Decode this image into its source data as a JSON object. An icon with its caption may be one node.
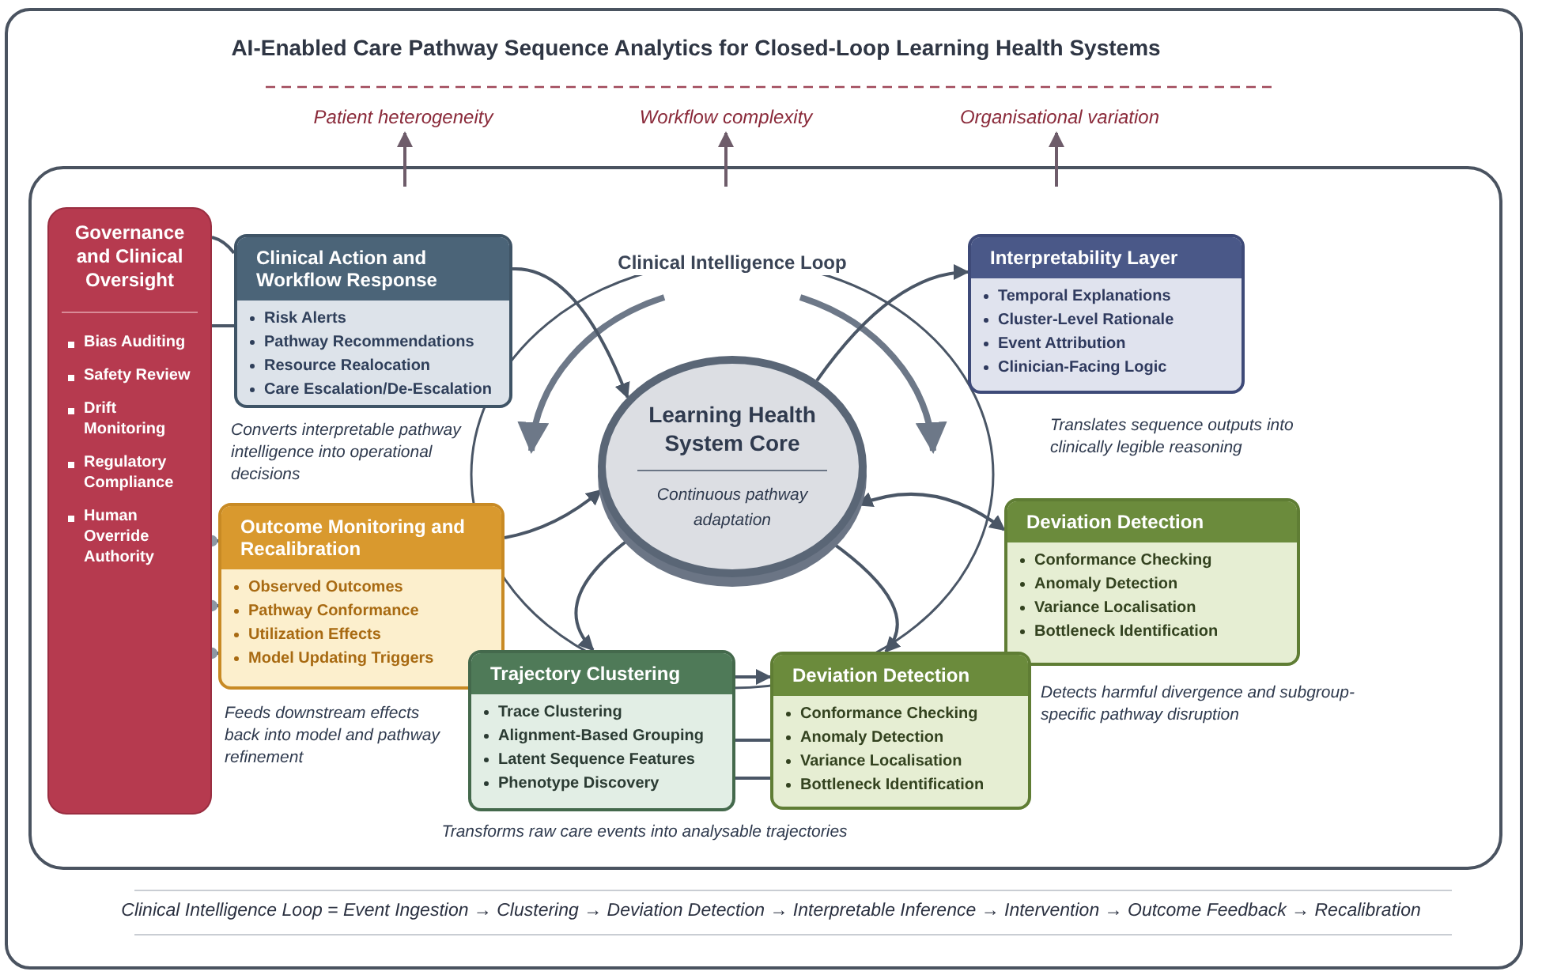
{
  "diagram": {
    "title": "AI-Enabled Care Pathway Sequence Analytics for Closed-Loop Learning Health Systems",
    "nodes": [
      {
        "text": [
          "Patient heterogeneity"
        ]
      },
      {
        "text": [
          "Workflow complexity"
        ]
      },
      {
        "text": [
          "Organisational variation"
        ]
      },
      {
        "text": [
          "Governance and Clinical Oversight",
          "Bias Auditing",
          "Safety Review",
          "Drift Monitoring",
          "Regulatory Compliance",
          "Human Override Authority"
        ]
      },
      {
        "text": [
          "Clinical Action and Workflow Response",
          "Risk Alerts",
          "Pathway Recommendations",
          "Resource Realocation",
          "Care Escalation/De-Escalation"
        ],
        "beside": [
          "Converts interpretable pathway intelligence into operational decisions"
        ]
      },
      {
        "text": [
          "Interpretability Layer",
          "Temporal Explanations",
          "Cluster-Level Rationale",
          "Event Attribution",
          "Clinician-Facing Logic"
        ],
        "beside": [
          "Translates sequence outputs into clinically legible reasoning"
        ]
      },
      {
        "text": [
          "Learning Health System Core",
          "Continuous pathway adaptation"
        ]
      },
      {
        "text": [
          "Outcome Monitoring and Recalibration",
          "Observed Outcomes",
          "Pathway Conformance",
          "Utilization Effects",
          "Model Updating Triggers"
        ],
        "beside": [
          "Feeds downstream effects back into model and pathway refinement"
        ]
      },
      {
        "text": [
          "Deviation Detection",
          "Conformance Checking",
          "Anomaly Detection",
          "Variance Localisation",
          "Bottleneck Identification"
        ]
      },
      {
        "text": [
          "Trajectory Clustering",
          "Trace Clustering",
          "Alignment-Based Grouping",
          "Latent Sequence Features",
          "Phenotype Discovery"
        ],
        "beside": [
          "Transforms raw care events into analysable trajectories"
        ]
      },
      {
        "text": [
          "Deviation Detection",
          "Conformance Checking",
          "Anomaly Detection",
          "Variance Localisation",
          "Bottleneck Identification"
        ]
      }
    ],
    "edges": [
      {
        "from": null,
        "to": 0,
        "arrow": "to",
        "color": "#6e5c6a"
      },
      {
        "from": null,
        "to": 1,
        "arrow": "to",
        "color": "#6e5c6a"
      },
      {
        "from": null,
        "to": 2,
        "arrow": "to",
        "color": "#6e5c6a"
      },
      {
        "from": 3,
        "to": 4,
        "arrow": "none"
      },
      {
        "from": 3,
        "to": 4,
        "arrow": "none"
      },
      {
        "from": 3,
        "to": 7,
        "arrow": "other"
      },
      {
        "from": 3,
        "to": 7,
        "arrow": "other"
      },
      {
        "from": 3,
        "to": 7,
        "arrow": "other"
      },
      {
        "from": 4,
        "to": 6,
        "arrow": "to"
      },
      {
        "from": 6,
        "to": 5,
        "arrow": "to"
      },
      {
        "from": 7,
        "to": 6,
        "arrow": "to"
      },
      {
        "from": 6,
        "to": 9,
        "arrow": "to"
      },
      {
        "from": 9,
        "to": 10,
        "arrow": "to"
      },
      {
        "from": 9,
        "to": 10,
        "arrow": "none"
      },
      {
        "from": 9,
        "to": 10,
        "arrow": "none"
      },
      {
        "from": 6,
        "to": 8,
        "arrow": "both"
      },
      {
        "from": 6,
        "to": 10,
        "arrow": "to"
      }
    ],
    "labels": [
      "Clinical Intelligence Loop",
      "Detects harmful divergence and subgroup-specific pathway disruption",
      "Clinical Intelligence Loop = Event Ingestion → Clustering → Deviation Detection → Interpretable Inference → Intervention → Outcome Feedback → Recalibration"
    ]
  }
}
